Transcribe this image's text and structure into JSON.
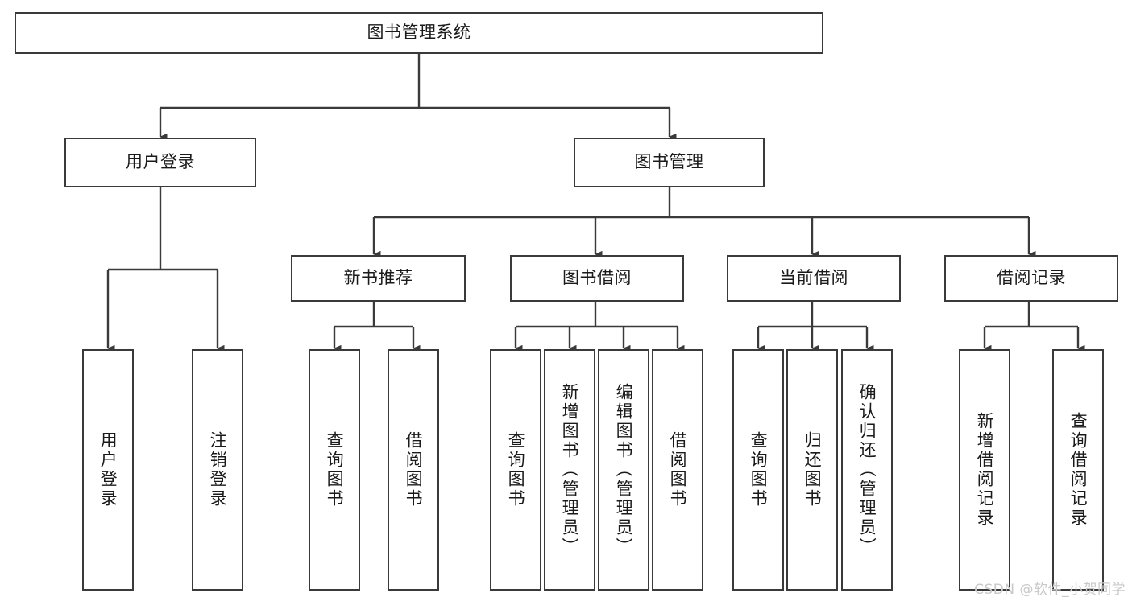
{
  "diagram": {
    "title": "图书管理系统",
    "type": "tree-hierarchy",
    "watermark": "CSDN @软件_小贺同学",
    "colors": {
      "stroke": "#3a3a3a",
      "fill": "#ffffff",
      "text": "#1a1a1a",
      "watermark": "#c9c9c9"
    },
    "root": {
      "label": "图书管理系统"
    },
    "level2": [
      {
        "label": "用户登录"
      },
      {
        "label": "图书管理"
      }
    ],
    "level3": [
      {
        "label": "新书推荐"
      },
      {
        "label": "图书借阅"
      },
      {
        "label": "当前借阅"
      },
      {
        "label": "借阅记录"
      }
    ],
    "leaves": {
      "user_login": [
        {
          "label": "用户登录"
        },
        {
          "label": "注销登录"
        }
      ],
      "new_book": [
        {
          "label": "查询图书"
        },
        {
          "label": "借阅图书"
        }
      ],
      "book_borrow": [
        {
          "label": "查询图书"
        },
        {
          "label": "新增图书（管理员）"
        },
        {
          "label": "编辑图书（管理员）"
        },
        {
          "label": "借阅图书"
        }
      ],
      "current_borrow": [
        {
          "label": "查询图书"
        },
        {
          "label": "归还图书"
        },
        {
          "label": "确认归还（管理员）"
        }
      ],
      "borrow_record": [
        {
          "label": "新增借阅记录"
        },
        {
          "label": "查询借阅记录"
        }
      ]
    }
  }
}
